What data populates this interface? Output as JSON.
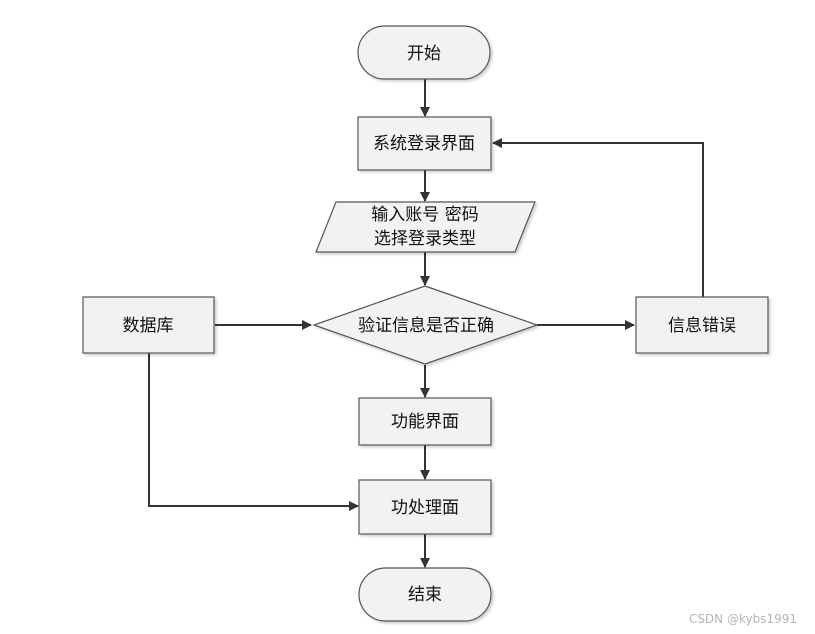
{
  "nodes": {
    "start": "开始",
    "login": "系统登录界面",
    "input_line1": "输入账号 密码",
    "input_line2": "选择登录类型",
    "database": "数据库",
    "verify": "验证信息是否正确",
    "error": "信息错误",
    "function": "功能界面",
    "processing": "功处理面",
    "end": "结束"
  },
  "watermark": "CSDN @kybs1991",
  "colors": {
    "shape_fill": "#f2f2f2",
    "shape_stroke": "#555555",
    "arrow": "#333333"
  }
}
